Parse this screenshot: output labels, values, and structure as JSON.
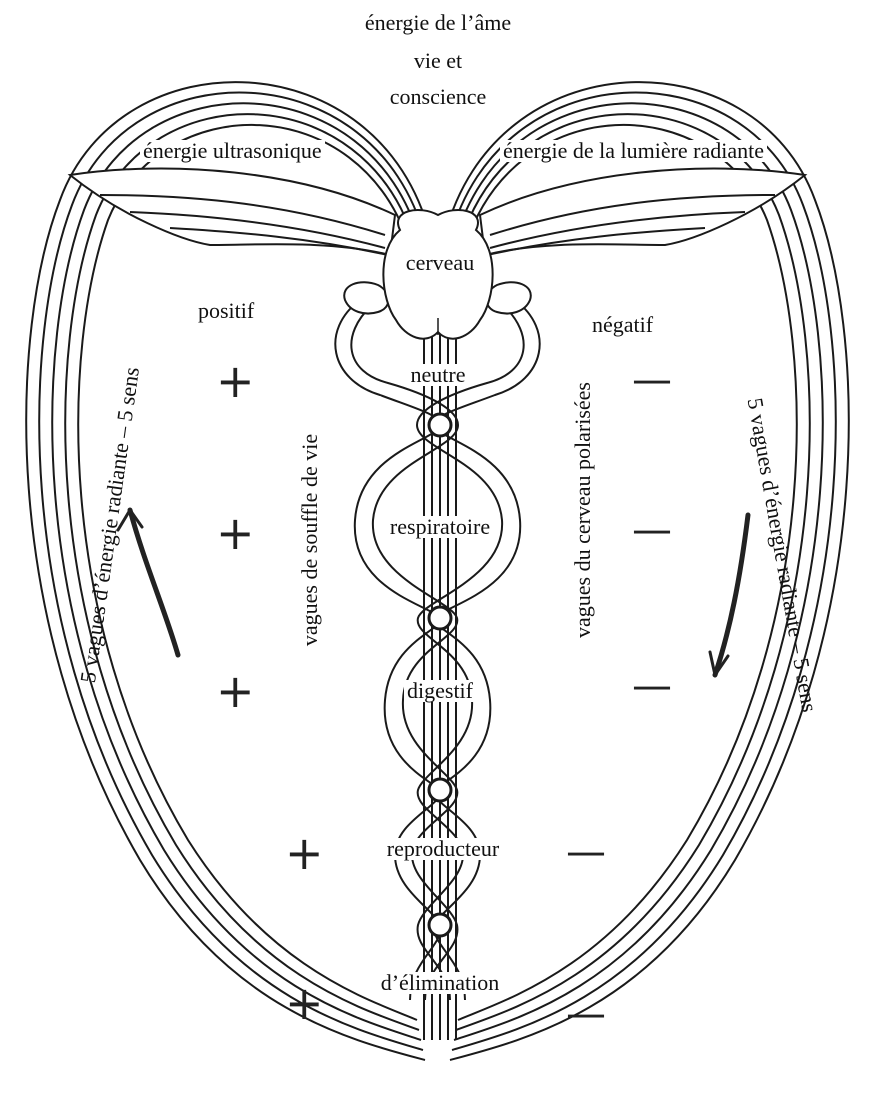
{
  "title": {
    "line1": "énergie de l’âme",
    "line2": "vie et",
    "line3": "conscience"
  },
  "wings": {
    "left": "énergie ultrasonique",
    "right": "énergie de la lumière radiante"
  },
  "center": {
    "brain": "cerveau",
    "levels": [
      "neutre",
      "respiratoire",
      "digestif",
      "reproducteur",
      "d’élimination"
    ]
  },
  "poles": {
    "left": "positif",
    "right": "négatif",
    "plus": "+",
    "minus": "—"
  },
  "columns": {
    "left": "vagues de souffle de vie",
    "right": "vagues du cerveau polarisées"
  },
  "outer": {
    "left": "5 vagues d’énergie radiante – 5 sens",
    "right": "5 vagues d’énergie radiante – 5 sens"
  },
  "colors": {
    "ink": "#1a1a1a",
    "paper": "#ffffff"
  }
}
